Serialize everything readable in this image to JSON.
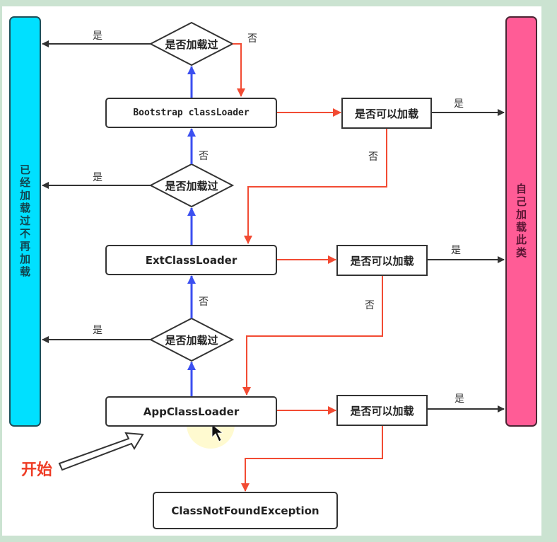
{
  "diagram": {
    "title": "双亲委派机制 (Parent Delegation Model)",
    "left_bar": {
      "label": "已经加载过不再加载",
      "color": "#00e0ff"
    },
    "right_bar": {
      "label": "自己加载此类",
      "color": "#ff5c96"
    },
    "loaders": [
      {
        "id": "bootstrap",
        "label": "Bootstrap classLoader"
      },
      {
        "id": "ext",
        "label": "ExtClassLoader"
      },
      {
        "id": "app",
        "label": "AppClassLoader"
      }
    ],
    "decisions": {
      "loaded_check": "是否加载过",
      "can_load_check": "是否可以加载"
    },
    "edge_labels": {
      "yes": "是",
      "no": "否"
    },
    "exception": "ClassNotFoundException",
    "start_label": "开始",
    "colors": {
      "delegate_up": "#3b4ff0",
      "fallback": "#f24b33",
      "yes_arrow": "#333333"
    }
  }
}
